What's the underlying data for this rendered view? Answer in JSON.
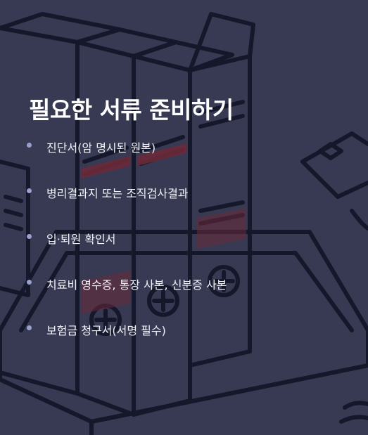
{
  "heading": "필요한 서류 준비하기",
  "documents": [
    "진단서(암 명시된 원본)",
    "병리결과지 또는 조직검사결과",
    "입·퇴원 확인서",
    "치료비 영수증, 통장 사본, 신분증 사본",
    "보험금 청구서(서명 필수)"
  ],
  "colors": {
    "background": "#373a52",
    "line_art": "#15172b",
    "accent_stripe": "#6b2a3a",
    "bullet": "#9aa0cf",
    "text": "#ffffff"
  }
}
